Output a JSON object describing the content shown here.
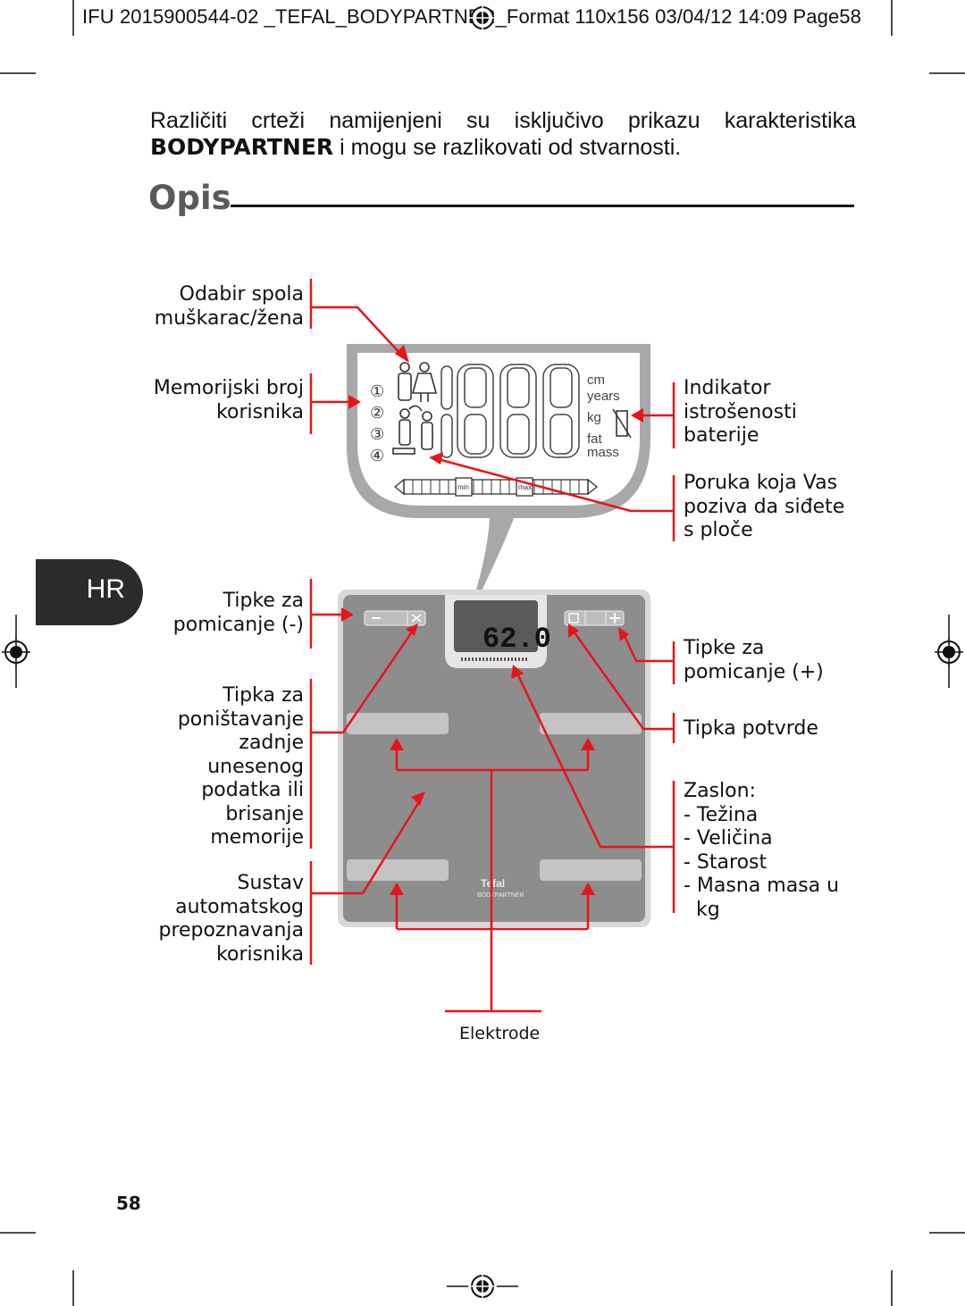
{
  "header": "IFU 2015900544-02 _TEFAL_BODYPARTNER_Format 110x156 03/04/12 14:09 Page58",
  "intro": {
    "line1": "Različiti crteži namijenjeni su isključivo prikazu karakteristika",
    "brand": "BODYPARTNER",
    "line2_rest": " i mogu se razlikovati od stvarnosti."
  },
  "section_title": "Opis",
  "language_tab": "HR",
  "labels_left": {
    "gender": [
      "Odabir spola",
      "muškarac/žena"
    ],
    "memory": [
      "Memorijski broj",
      "korisnika"
    ],
    "scroll_minus": [
      "Tipke za",
      "pomicanje (-)"
    ],
    "cancel": [
      "Tipka za",
      "poništavanje",
      "zadnje",
      "unesenog",
      "podatka ili",
      "brisanje",
      "memorije"
    ],
    "auto": [
      "Sustav",
      "automatskog",
      "prepoznavanja",
      "korisnika"
    ]
  },
  "labels_right": {
    "battery": [
      "Indikator",
      "istrošenosti",
      "baterije"
    ],
    "step_off": [
      "Poruka koja Vas",
      "poziva da siđete",
      "s ploče"
    ],
    "scroll_plus": [
      "Tipke za",
      "pomicanje (+)"
    ],
    "confirm": [
      "Tipka potvrde"
    ],
    "display": [
      "Zaslon:",
      "- Težina",
      "- Veličina",
      "- Starost",
      "- Masna masa u",
      "  kg"
    ]
  },
  "electrodes_label": "Elektrode",
  "lcd": {
    "units": [
      "cm",
      "years",
      "kg",
      "fat",
      "mass"
    ],
    "memory_numbers": [
      "①",
      "②",
      "③",
      "④"
    ],
    "bar_min": "min",
    "bar_max": "max"
  },
  "scale": {
    "display_value": "62.0",
    "brand": "Tefal",
    "model": "BODYPARTNER"
  },
  "page_number": "58",
  "colors": {
    "arrow": "#e8141a",
    "title": "#5a5a5a",
    "scale_body": "#8d8d8d",
    "lcd_frame": "#a8a8a8"
  }
}
